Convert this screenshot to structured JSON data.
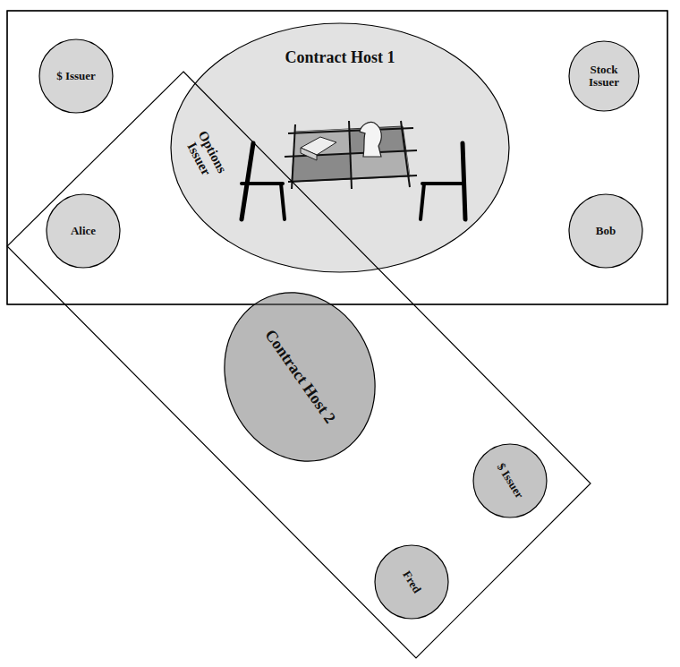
{
  "diagram": {
    "nodes": [
      {
        "text": [
          "$ Issuer"
        ]
      },
      {
        "text": [
          "Contract Host 1",
          "Options Issuer"
        ]
      },
      {
        "text": [
          "Stock Issuer"
        ]
      },
      {
        "text": [
          "Alice"
        ]
      },
      {
        "text": [
          "Bob"
        ]
      },
      {
        "text": [
          "Contract Host 2"
        ]
      },
      {
        "text": [
          "$ Issuer"
        ]
      },
      {
        "text": [
          "Fred"
        ]
      }
    ]
  }
}
